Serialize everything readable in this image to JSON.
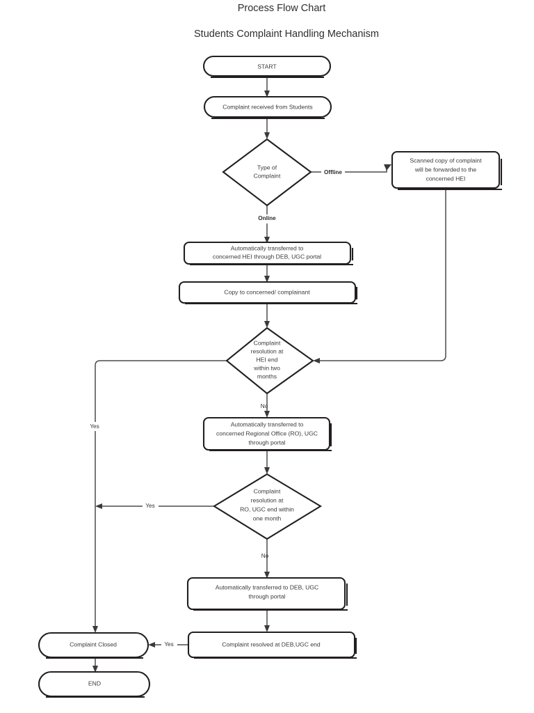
{
  "document": {
    "title": "Process Flow Chart",
    "subtitle": "Students Complaint Handling Mechanism"
  },
  "chart_data": {
    "type": "diagram",
    "diagram_kind": "flowchart",
    "title": "Process Flow Chart",
    "subtitle": "Students Complaint Handling Mechanism",
    "orientation": "top-to-bottom",
    "nodes": [
      {
        "id": "start",
        "shape": "terminator",
        "label": "START"
      },
      {
        "id": "received",
        "shape": "terminator",
        "label": "Complaint received from Students"
      },
      {
        "id": "type",
        "shape": "decision",
        "label": "Type of Complaint",
        "lines": [
          "Type of",
          "Complaint"
        ]
      },
      {
        "id": "scanned",
        "shape": "process",
        "label": "Scanned copy of complaint will be forwarded to the concerned HEI",
        "lines": [
          "Scanned copy of complaint",
          "will be forwarded to the",
          "concerned HEI"
        ]
      },
      {
        "id": "auto_hei",
        "shape": "process",
        "label": "Automatically transferred to concerned HEI through DEB, UGC portal",
        "lines": [
          "Automatically transferred to",
          "concerned HEI through DEB, UGC portal"
        ]
      },
      {
        "id": "copy",
        "shape": "process",
        "label": "Copy to concerned/ complainant",
        "lines": [
          "Copy to concerned/ complainant"
        ]
      },
      {
        "id": "hei_res",
        "shape": "decision",
        "label": "Complaint resolution at HEI end within two months",
        "lines": [
          "Complaint",
          "resolution at",
          "HEI end",
          "within two",
          "months"
        ]
      },
      {
        "id": "auto_ro",
        "shape": "process",
        "label": "Automatically transferred to concerned Regional Office (RO), UGC through portal",
        "lines": [
          "Automatically transferred to",
          "concerned Regional Office (RO), UGC",
          "through portal"
        ]
      },
      {
        "id": "ro_res",
        "shape": "decision",
        "label": "Complaint resolution at RO, UGC end within one month",
        "lines": [
          "Complaint",
          "resolution at",
          "RO, UGC end within",
          "one month"
        ]
      },
      {
        "id": "auto_deb",
        "shape": "process",
        "label": "Automatically transferred to DEB, UGC through portal",
        "lines": [
          "Automatically transferred to DEB, UGC",
          "through portal"
        ]
      },
      {
        "id": "deb_resolved",
        "shape": "process",
        "label": "Complaint resolved at DEB,UGC end",
        "lines": [
          "Complaint resolved at DEB,UGC end"
        ]
      },
      {
        "id": "closed",
        "shape": "terminator",
        "label": "Complaint Closed"
      },
      {
        "id": "end",
        "shape": "terminator",
        "label": "END"
      }
    ],
    "edges": [
      {
        "from": "start",
        "to": "received",
        "label": ""
      },
      {
        "from": "received",
        "to": "type",
        "label": ""
      },
      {
        "from": "type",
        "to": "scanned",
        "label": "Offline"
      },
      {
        "from": "type",
        "to": "auto_hei",
        "label": "Online"
      },
      {
        "from": "auto_hei",
        "to": "copy",
        "label": ""
      },
      {
        "from": "copy",
        "to": "hei_res",
        "label": ""
      },
      {
        "from": "scanned",
        "to": "hei_res",
        "label": ""
      },
      {
        "from": "hei_res",
        "to": "closed",
        "label": "Yes"
      },
      {
        "from": "hei_res",
        "to": "auto_ro",
        "label": "No"
      },
      {
        "from": "auto_ro",
        "to": "ro_res",
        "label": ""
      },
      {
        "from": "ro_res",
        "to": "closed",
        "label": "Yes"
      },
      {
        "from": "ro_res",
        "to": "auto_deb",
        "label": "No"
      },
      {
        "from": "auto_deb",
        "to": "deb_resolved",
        "label": ""
      },
      {
        "from": "deb_resolved",
        "to": "closed",
        "label": "Yes"
      },
      {
        "from": "closed",
        "to": "end",
        "label": ""
      }
    ],
    "edge_labels": {
      "offline": "Offline",
      "online": "Online",
      "yes_hei": "Yes",
      "no_hei": "No",
      "yes_ro": "Yes",
      "no_ro": "No",
      "yes_deb": "Yes"
    },
    "colors": {
      "background": "#ffffff",
      "shape_stroke": "#231f20",
      "connector_stroke": "#4a4a4a",
      "text": "#3a3a3a",
      "title_text": "#2e2e2e"
    }
  }
}
